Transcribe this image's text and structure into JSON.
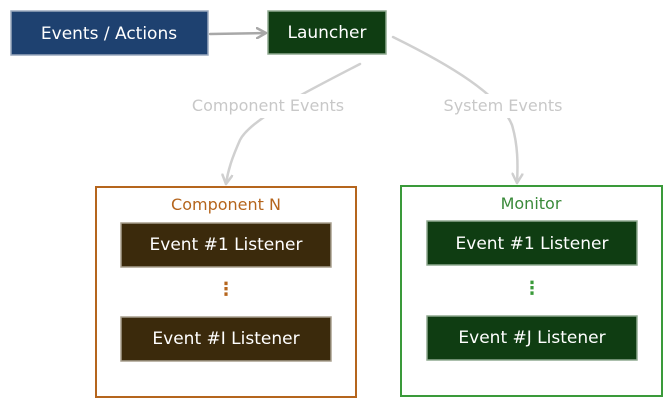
{
  "nodes": {
    "events_actions": "Events / Actions",
    "launcher": "Launcher"
  },
  "edges": {
    "component_events": "Component Events",
    "system_events": "System Events"
  },
  "component_group": {
    "title": "Component N",
    "listener_first": "Event #1 Listener",
    "ellipsis": "⋮",
    "listener_last": "Event #I Listener"
  },
  "monitor_group": {
    "title": "Monitor",
    "listener_first": "Event #1 Listener",
    "ellipsis": "⋮",
    "listener_last": "Event #J Listener"
  },
  "colors": {
    "events_actions_fill": "#1e4170",
    "launcher_fill": "#0f3d12",
    "component_border": "#b5651d",
    "component_listener_fill": "#3b2a0c",
    "monitor_border": "#3a9a3a",
    "monitor_listener_fill": "#0f3d12",
    "edge": "#cfcfcf"
  }
}
